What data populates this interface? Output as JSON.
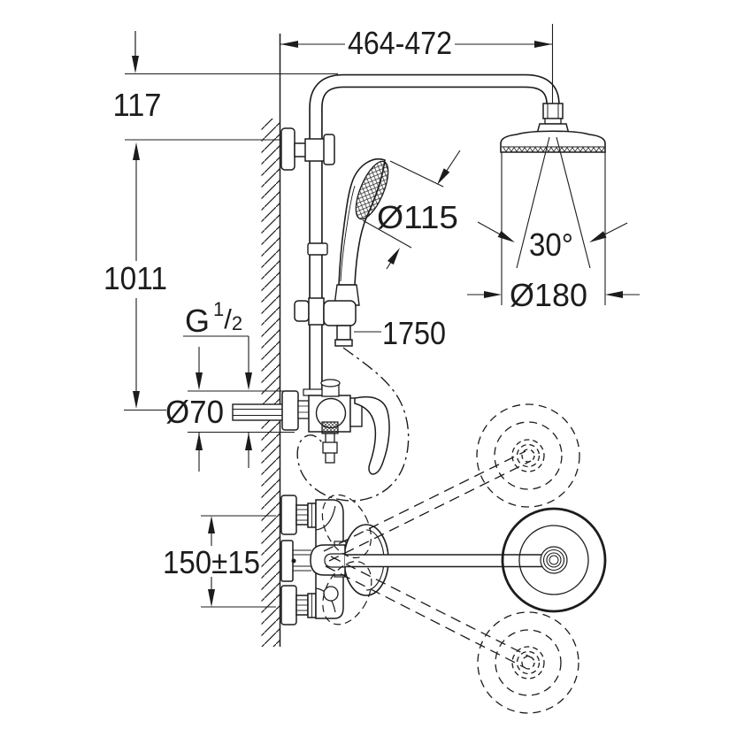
{
  "drawing": {
    "type": "shower-system-installation-dimensions",
    "colors": {
      "line": "#1c1c1c",
      "background": "#ffffff"
    },
    "dimensions": {
      "top_width": "464-472",
      "bracket_offset": "117",
      "rail_height": "1011",
      "thread": {
        "base": "G",
        "sup": "1",
        "slash": "/",
        "sub": "2"
      },
      "escutcheon_diameter": "Ø70",
      "hand_shower_diameter": "Ø115",
      "hose_length": "1750",
      "spray_angle": "30°",
      "head_shower_diameter": "Ø180",
      "connection_spacing": "150±15"
    }
  }
}
